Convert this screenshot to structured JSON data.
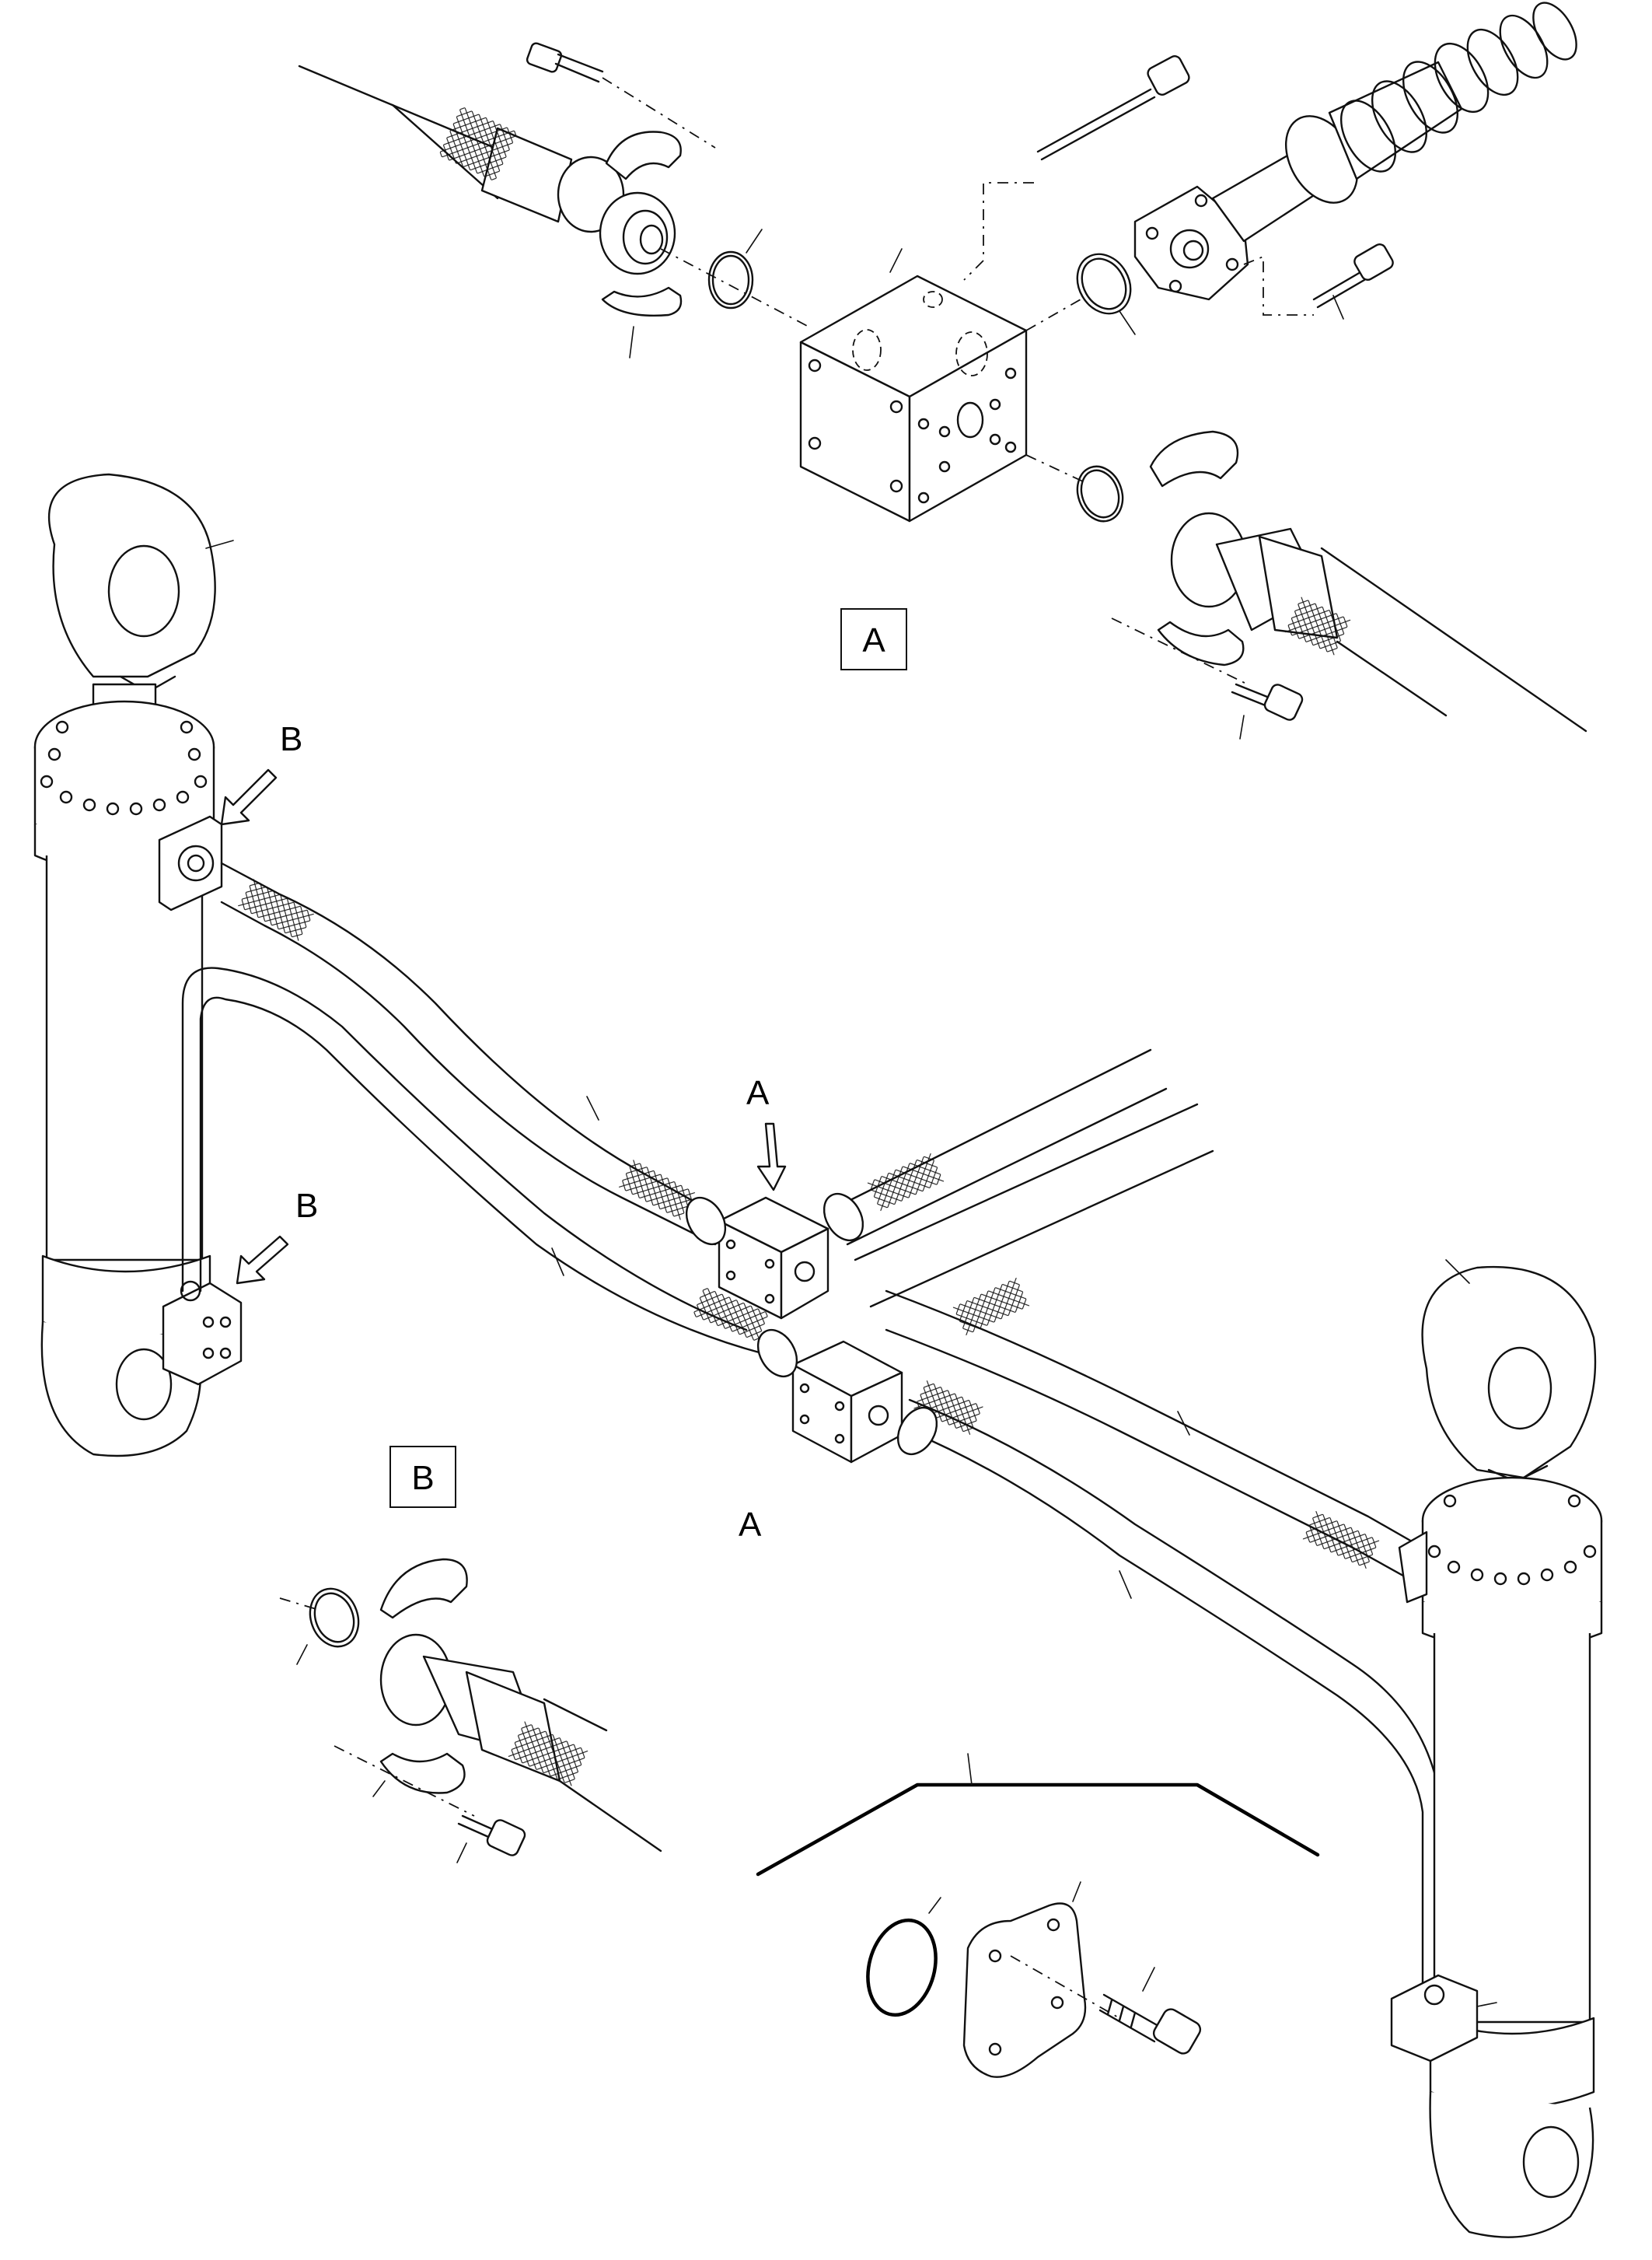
{
  "labels": {
    "detail_a_box": "A",
    "detail_b_box": "B",
    "arrow_b_upper": "B",
    "arrow_b_lower": "B",
    "arrow_a": "A",
    "label_a_center": "A"
  }
}
